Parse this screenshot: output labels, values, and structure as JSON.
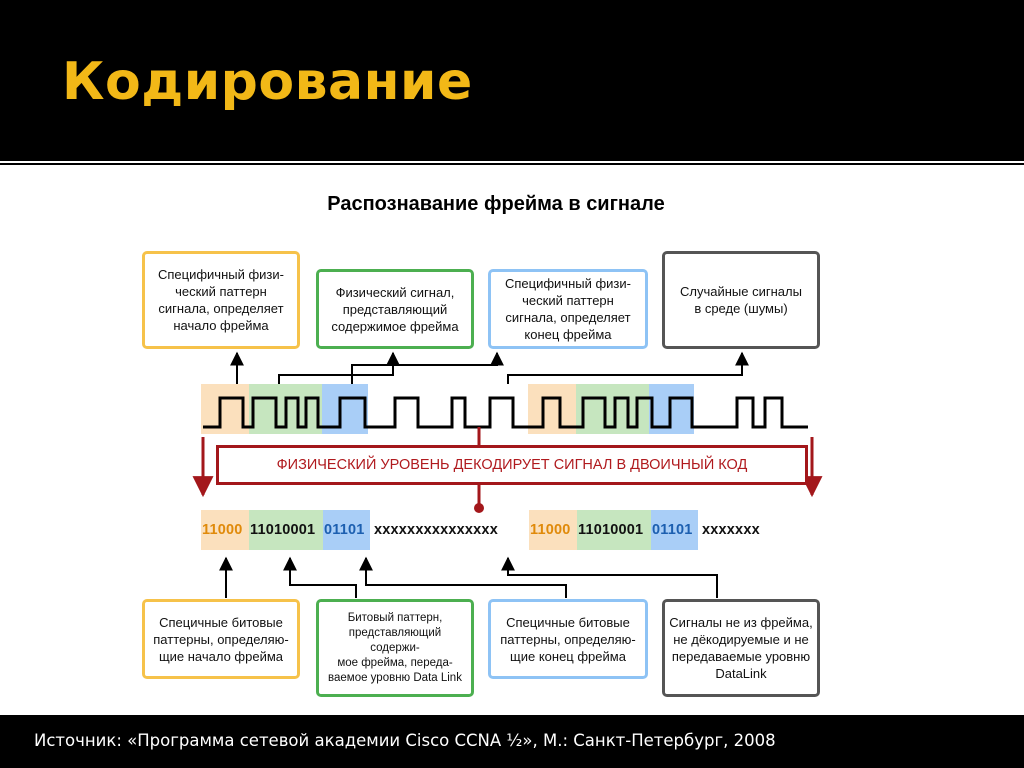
{
  "title": "Кодирование",
  "subtitle": "Распознавание фрейма в сигнале",
  "colors": {
    "title": "#f2b817",
    "orange": "#f6c24a",
    "green": "#4caf50",
    "blue": "#8ec3f5",
    "gray": "#555555",
    "red": "#a3171b"
  },
  "top_boxes": [
    "Специфичный физи-\nческий паттерн\nсигнала, определяет\nначало фрейма",
    "Физический сигнал,\nпредставляющий\nсодержимое фрейма",
    "Специфичный физи-\nческий паттерн\nсигнала, определяет\nконец фрейма",
    "Случайные сигналы\nв среде (шумы)"
  ],
  "banner": "ФИЗИЧЕСКИЙ УРОВЕНЬ ДЕКОДИРУЕТ СИГНАЛ В ДВОИЧНЫЙ КОД",
  "bits": {
    "frame1_start": "11000",
    "frame1_data": "11010001",
    "frame1_end": "01101",
    "noise1": "xxxxxxxxxxxxxxx",
    "frame2_start": "11000",
    "frame2_data": "11010001",
    "frame2_end": "01101",
    "noise2": "xxxxxxx"
  },
  "bottom_boxes": [
    "Специчные битовые\nпаттерны, определяю-\nщие начало фрейма",
    "Битовый паттерн,\nпредставляющий содержи-\nмое фрейма, переда-\nваемое уровню Data Link",
    "Специчные битовые\nпаттерны, определяю-\nщие конец фрейма",
    "Сигналы не из фрейма,\nне дёкодируемые и не\nпередаваемые уровню\nDataLink"
  ],
  "source": "Источник: «Программа сетевой академии Cisco CCNA ½», М.: Санкт-Петербург, 2008"
}
